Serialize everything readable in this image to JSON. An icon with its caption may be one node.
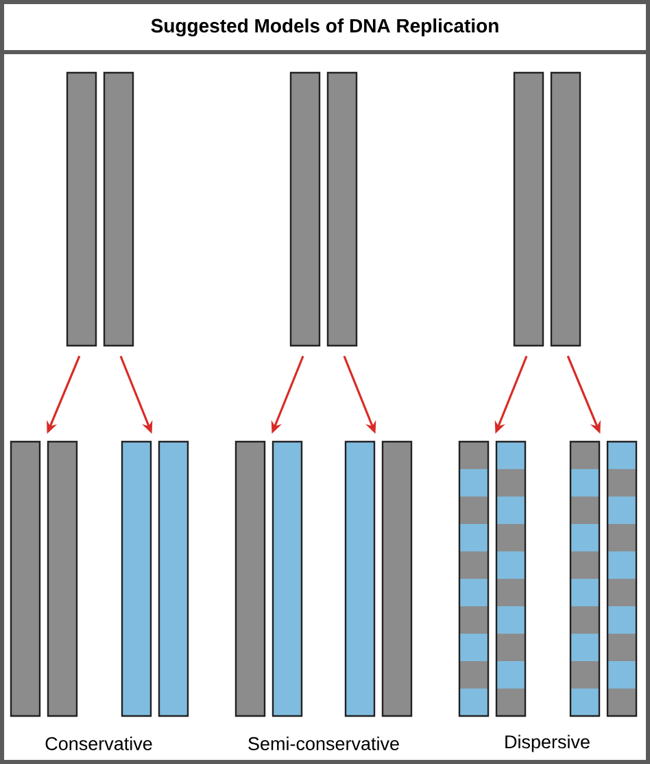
{
  "diagram": {
    "title": "Suggested Models of DNA Replication",
    "nodes": [
      {
        "text": [],
        "shape": "bar"
      },
      {
        "text": [],
        "shape": "bar"
      },
      {
        "text": [],
        "shape": "bar"
      },
      {
        "text": [],
        "shape": "bar"
      },
      {
        "text": [],
        "shape": "bar"
      },
      {
        "text": [],
        "shape": "bar"
      },
      {
        "text": [],
        "shape": "bar"
      },
      {
        "text": [],
        "shape": "bar"
      },
      {
        "text": [],
        "shape": "bar"
      }
    ],
    "edges": [
      {
        "from": 0,
        "to": 3,
        "arrow": "to"
      },
      {
        "from": 0,
        "to": 4,
        "arrow": "to"
      },
      {
        "from": 1,
        "to": 5,
        "arrow": "to"
      },
      {
        "from": 1,
        "to": 6,
        "arrow": "to"
      },
      {
        "from": 2,
        "to": 7,
        "arrow": "to"
      },
      {
        "from": 2,
        "to": 8,
        "arrow": "to"
      }
    ],
    "labels": [
      "Conservative",
      "Semi-conservative",
      "Dispersive"
    ]
  }
}
